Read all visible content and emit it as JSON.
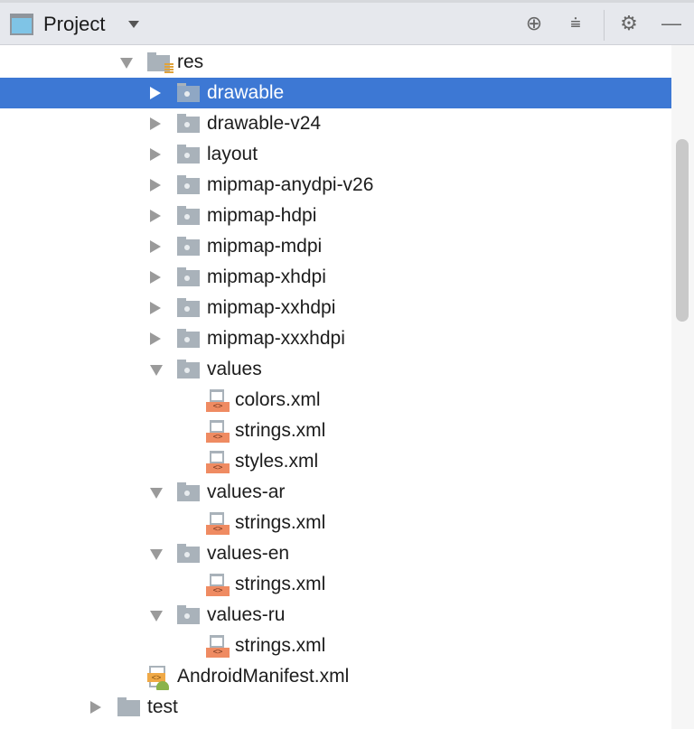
{
  "header": {
    "title": "Project",
    "icons": [
      "project-view-icon",
      "locate-icon",
      "collapse-all-icon",
      "gear-icon",
      "minimize-icon"
    ]
  },
  "tree": [
    {
      "label": "res",
      "level": 0,
      "arrow": "down",
      "icon": "res-folder"
    },
    {
      "label": "drawable",
      "level": 1,
      "arrow": "right",
      "icon": "folder",
      "selected": true
    },
    {
      "label": "drawable-v24",
      "level": 1,
      "arrow": "right",
      "icon": "folder"
    },
    {
      "label": "layout",
      "level": 1,
      "arrow": "right",
      "icon": "folder"
    },
    {
      "label": "mipmap-anydpi-v26",
      "level": 1,
      "arrow": "right",
      "icon": "folder"
    },
    {
      "label": "mipmap-hdpi",
      "level": 1,
      "arrow": "right",
      "icon": "folder"
    },
    {
      "label": "mipmap-mdpi",
      "level": 1,
      "arrow": "right",
      "icon": "folder"
    },
    {
      "label": "mipmap-xhdpi",
      "level": 1,
      "arrow": "right",
      "icon": "folder"
    },
    {
      "label": "mipmap-xxhdpi",
      "level": 1,
      "arrow": "right",
      "icon": "folder"
    },
    {
      "label": "mipmap-xxxhdpi",
      "level": 1,
      "arrow": "right",
      "icon": "folder"
    },
    {
      "label": "values",
      "level": 1,
      "arrow": "down",
      "icon": "folder"
    },
    {
      "label": "colors.xml",
      "level": 2,
      "icon": "xml"
    },
    {
      "label": "strings.xml",
      "level": 2,
      "icon": "xml"
    },
    {
      "label": "styles.xml",
      "level": 2,
      "icon": "xml"
    },
    {
      "label": "values-ar",
      "level": 1,
      "arrow": "down",
      "icon": "folder"
    },
    {
      "label": "strings.xml",
      "level": 2,
      "icon": "xml"
    },
    {
      "label": "values-en",
      "level": 1,
      "arrow": "down",
      "icon": "folder"
    },
    {
      "label": "strings.xml",
      "level": 2,
      "icon": "xml"
    },
    {
      "label": "values-ru",
      "level": 1,
      "arrow": "down",
      "icon": "folder"
    },
    {
      "label": "strings.xml",
      "level": 2,
      "icon": "xml"
    },
    {
      "label": "AndroidManifest.xml",
      "level": 0,
      "icon": "manifest"
    },
    {
      "label": "test",
      "level": -1,
      "arrow": "right",
      "icon": "plain-folder"
    }
  ],
  "colors": {
    "selection": "#3d78d4",
    "header": "#e6e8ed"
  }
}
